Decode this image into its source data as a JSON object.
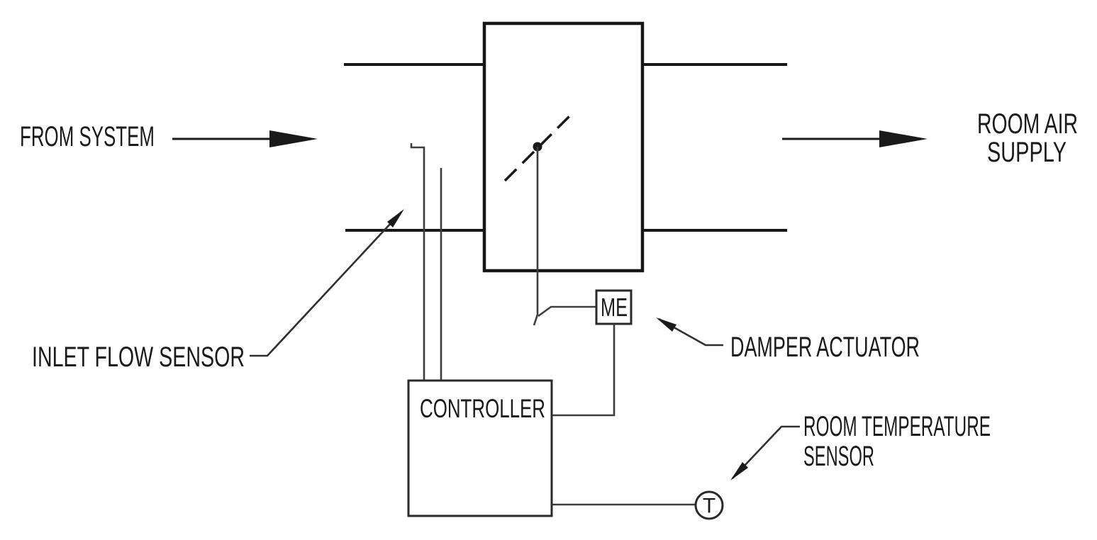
{
  "diagram": {
    "type": "HVAC VAV terminal control schematic",
    "labels": {
      "from_system": "FROM SYSTEM",
      "room_air_line1": "ROOM AIR",
      "room_air_line2": "SUPPLY",
      "inlet_flow_sensor": "INLET FLOW SENSOR",
      "damper_actuator": "DAMPER ACTUATOR",
      "room_temp_line1": "ROOM TEMPERATURE",
      "room_temp_line2": "SENSOR"
    },
    "tags": {
      "actuator": "ME",
      "controller": "CONTROLLER",
      "temperature_sensor": "T"
    },
    "colors": {
      "background": "#ffffff",
      "line": "#1a1a1a",
      "wire": "#3d3d3d"
    }
  }
}
